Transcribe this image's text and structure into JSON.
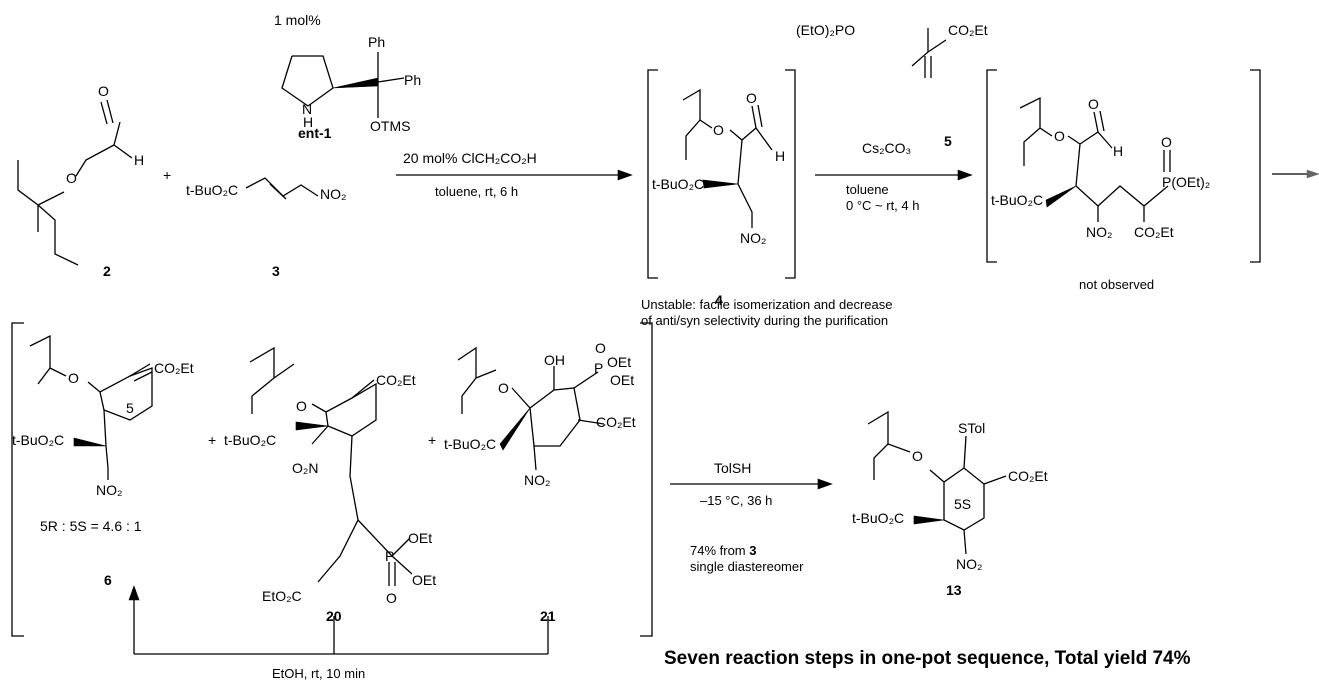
{
  "catalyst": {
    "loading": "1 mol%",
    "ph_top": "Ph",
    "ph_right": "Ph",
    "nh": "N",
    "h": "H",
    "otms": "OTMS",
    "name": "ent-1"
  },
  "step1": {
    "conditions_top": "20 mol% ClCH₂CO₂H",
    "conditions_bottom": "toluene, rt, 6 h"
  },
  "step2": {
    "reagent": "(EtO)₂PO",
    "reagent_ester": "CO₂Et",
    "reagent_number": "5",
    "base": "Cs₂CO₃",
    "conditions_solvent": "toluene",
    "conditions_temp": "0 °C ~ rt, 4 h"
  },
  "step3": {
    "reagent": "TolSH",
    "conditions": "–15 °C, 36 h",
    "yield": "74% from",
    "yield_ref": "3",
    "selectivity": "single diastereomer"
  },
  "loop": {
    "conditions": "EtOH, rt, 10 min"
  },
  "plus": "+",
  "compounds": {
    "c2": {
      "number": "2",
      "o_aldehyde": "O",
      "h_aldehyde": "H",
      "o_ether": "O"
    },
    "c3": {
      "number": "3",
      "ester": "t-BuO₂C",
      "nitro": "NO₂"
    },
    "c4": {
      "number": "4",
      "o_ether": "O",
      "o_aldehyde": "O",
      "h_aldehyde": "H",
      "ester": "t-BuO₂C",
      "nitro": "NO₂",
      "note_line1": "Unstable: facile isomerization and decrease",
      "note_line2": "of anti/syn selectivity during the purification"
    },
    "intermediate": {
      "o_ether": "O",
      "o_aldehyde": "O",
      "h_aldehyde": "H",
      "ester": "t-BuO₂C",
      "nitro": "NO₂",
      "phos_o": "O",
      "phos": "P(OEt)₂",
      "ester2": "CO₂Et",
      "note": "not observed"
    },
    "c6": {
      "number": "6",
      "o_ether": "O",
      "ester": "CO₂Et",
      "ester_tbu": "t-BuO₂C",
      "nitro": "NO₂",
      "position": "5",
      "ratio": "5R : 5S = 4.6 : 1"
    },
    "c20": {
      "number": "20",
      "o_ether": "O",
      "ester": "CO₂Et",
      "ester_tbu": "t-BuO₂C",
      "nitro": "O₂N",
      "ester2": "EtO₂C",
      "phos_p": "P",
      "phos_oet1": "OEt",
      "phos_oet2": "OEt",
      "phos_o": "O"
    },
    "c21": {
      "number": "21",
      "o_ether": "O",
      "oh": "OH",
      "phos_o": "O",
      "phos_p": "P",
      "phos_oet1": "OEt",
      "phos_oet2": "OEt",
      "ester": "CO₂Et",
      "ester_tbu": "t-BuO₂C",
      "nitro": "NO₂"
    },
    "c13": {
      "number": "13",
      "o_ether": "O",
      "stol": "STol",
      "ester": "CO₂Et",
      "ester_tbu": "t-BuO₂C",
      "position": "5S",
      "nitro": "NO₂"
    }
  },
  "summary": "Seven reaction steps in one-pot sequence, Total yield 74%"
}
